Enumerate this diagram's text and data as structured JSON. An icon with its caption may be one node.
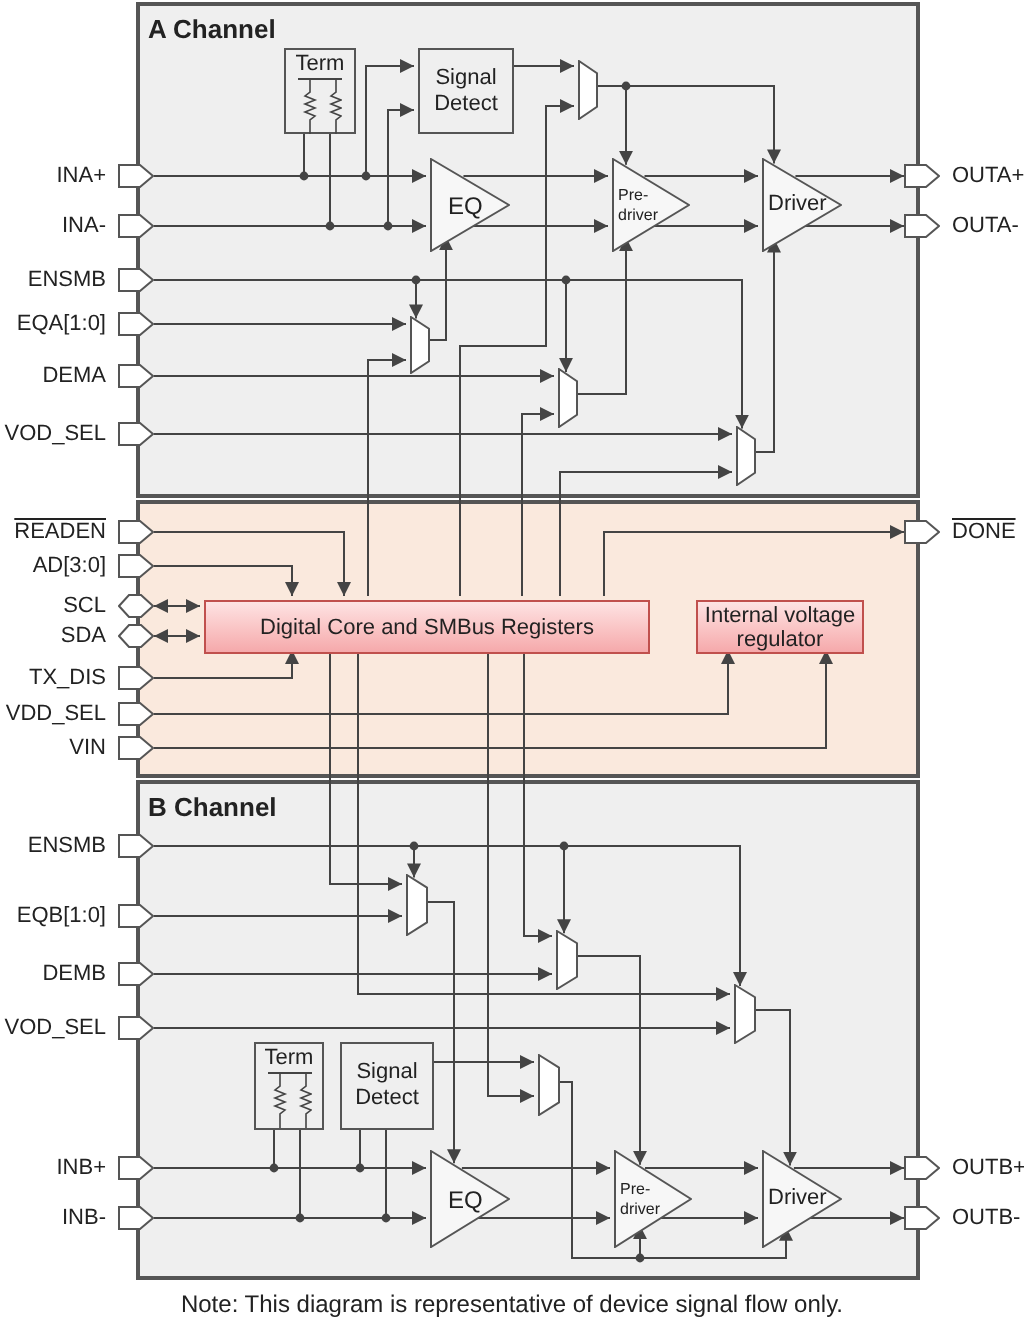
{
  "diagram": {
    "caption": "Note: This diagram is representative of device signal flow only.",
    "nodes": [
      {
        "text": [
          "A Channel"
        ]
      },
      {
        "text": [],
        "shape": "box"
      },
      {
        "text": [
          "B Channel"
        ]
      },
      {
        "text": [
          "INA+"
        ]
      },
      {
        "text": [
          "INA-"
        ]
      },
      {
        "text": [
          "ENSMB"
        ]
      },
      {
        "text": [
          "EQA[1:0]"
        ]
      },
      {
        "text": [
          "DEMA"
        ]
      },
      {
        "text": [
          "VOD_SEL"
        ]
      },
      {
        "text": [
          "Term"
        ],
        "in": 0
      },
      {
        "text": [
          "Signal Detect"
        ],
        "in": 0
      },
      {
        "text": [
          "EQ"
        ],
        "in": 0
      },
      {
        "text": [
          "Pre- driver"
        ],
        "in": 0
      },
      {
        "text": [
          "Driver"
        ],
        "in": 0
      },
      {
        "text": [
          "OUTA+"
        ]
      },
      {
        "text": [
          "OUTA-"
        ]
      },
      {
        "text": [],
        "shape": "trapezoid",
        "in": 0
      },
      {
        "text": [],
        "shape": "trapezoid",
        "in": 0
      },
      {
        "text": [],
        "shape": "trapezoid",
        "in": 0
      },
      {
        "text": [],
        "shape": "trapezoid",
        "in": 0
      },
      {
        "text": [
          "READEN"
        ]
      },
      {
        "text": [
          "AD[3:0]"
        ]
      },
      {
        "text": [
          "SCL"
        ]
      },
      {
        "text": [
          "SDA"
        ]
      },
      {
        "text": [
          "TX_DIS"
        ]
      },
      {
        "text": [
          "VDD_SEL"
        ]
      },
      {
        "text": [
          "VIN"
        ]
      },
      {
        "text": [
          "Digital Core and SMBus Registers"
        ],
        "in": 1
      },
      {
        "text": [
          "Internal voltage regulator"
        ],
        "in": 1
      },
      {
        "text": [
          "DONE"
        ]
      },
      {
        "text": [
          "ENSMB"
        ]
      },
      {
        "text": [
          "EQB[1:0]"
        ]
      },
      {
        "text": [
          "DEMB"
        ]
      },
      {
        "text": [
          "VOD_SEL"
        ]
      },
      {
        "text": [
          "INB+"
        ]
      },
      {
        "text": [
          "INB-"
        ]
      },
      {
        "text": [
          "Term"
        ],
        "in": 2
      },
      {
        "text": [
          "Signal Detect"
        ],
        "in": 2
      },
      {
        "text": [
          "EQ"
        ],
        "in": 2
      },
      {
        "text": [
          "Pre- driver"
        ],
        "in": 2
      },
      {
        "text": [
          "Driver"
        ],
        "in": 2
      },
      {
        "text": [
          "OUTB+"
        ]
      },
      {
        "text": [
          "OUTB-"
        ]
      },
      {
        "text": [],
        "shape": "trapezoid",
        "in": 2
      },
      {
        "text": [],
        "shape": "trapezoid",
        "in": 2
      },
      {
        "text": [],
        "shape": "trapezoid",
        "in": 2
      },
      {
        "text": [],
        "shape": "trapezoid",
        "in": 2
      }
    ],
    "edges": [
      {
        "from": 3,
        "to": 11,
        "arrow": "to"
      },
      {
        "from": 3,
        "to": 9,
        "arrow": "none"
      },
      {
        "from": 3,
        "to": 10,
        "arrow": "to"
      },
      {
        "from": 4,
        "to": 9,
        "arrow": "none"
      },
      {
        "from": 4,
        "to": 10,
        "arrow": "to"
      },
      {
        "from": 4,
        "to": 11,
        "arrow": "to"
      },
      {
        "from": 10,
        "to": 16,
        "arrow": "to"
      },
      {
        "from": 27,
        "to": 16,
        "arrow": "to"
      },
      {
        "from": 16,
        "to": 12,
        "arrow": "to"
      },
      {
        "from": 16,
        "to": 13,
        "arrow": "to"
      },
      {
        "from": 11,
        "to": 12,
        "arrow": "to"
      },
      {
        "from": 11,
        "to": 12,
        "arrow": "to"
      },
      {
        "from": 12,
        "to": 13,
        "arrow": "to"
      },
      {
        "from": 12,
        "to": 13,
        "arrow": "to"
      },
      {
        "from": 13,
        "to": 14,
        "arrow": "to"
      },
      {
        "from": 13,
        "to": 15,
        "arrow": "to"
      },
      {
        "from": 5,
        "to": 17,
        "arrow": "to"
      },
      {
        "from": 5,
        "to": 18,
        "arrow": "to"
      },
      {
        "from": 5,
        "to": 19,
        "arrow": "to"
      },
      {
        "from": 6,
        "to": 17,
        "arrow": "to"
      },
      {
        "from": 27,
        "to": 17,
        "arrow": "to"
      },
      {
        "from": 17,
        "to": 11,
        "arrow": "to"
      },
      {
        "from": 7,
        "to": 18,
        "arrow": "to"
      },
      {
        "from": 27,
        "to": 18,
        "arrow": "to"
      },
      {
        "from": 18,
        "to": 12,
        "arrow": "to"
      },
      {
        "from": 8,
        "to": 19,
        "arrow": "to"
      },
      {
        "from": 27,
        "to": 19,
        "arrow": "to"
      },
      {
        "from": 19,
        "to": 13,
        "arrow": "to"
      },
      {
        "from": 20,
        "to": 27,
        "arrow": "to"
      },
      {
        "from": 21,
        "to": 27,
        "arrow": "to"
      },
      {
        "from": 22,
        "to": 27,
        "arrow": "both"
      },
      {
        "from": 23,
        "to": 27,
        "arrow": "both"
      },
      {
        "from": 24,
        "to": 27,
        "arrow": "to"
      },
      {
        "from": 25,
        "to": 28,
        "arrow": "to"
      },
      {
        "from": 26,
        "to": 28,
        "arrow": "to"
      },
      {
        "from": 27,
        "to": 29,
        "arrow": "to"
      },
      {
        "from": 30,
        "to": 43,
        "arrow": "to"
      },
      {
        "from": 30,
        "to": 44,
        "arrow": "to"
      },
      {
        "from": 30,
        "to": 45,
        "arrow": "to"
      },
      {
        "from": 27,
        "to": 43,
        "arrow": "to"
      },
      {
        "from": 31,
        "to": 43,
        "arrow": "to"
      },
      {
        "from": 43,
        "to": 38,
        "arrow": "to"
      },
      {
        "from": 27,
        "to": 44,
        "arrow": "to"
      },
      {
        "from": 32,
        "to": 44,
        "arrow": "to"
      },
      {
        "from": 44,
        "to": 39,
        "arrow": "to"
      },
      {
        "from": 27,
        "to": 45,
        "arrow": "to"
      },
      {
        "from": 33,
        "to": 45,
        "arrow": "to"
      },
      {
        "from": 45,
        "to": 40,
        "arrow": "to"
      },
      {
        "from": 37,
        "to": 46,
        "arrow": "to"
      },
      {
        "from": 27,
        "to": 46,
        "arrow": "to"
      },
      {
        "from": 46,
        "to": 39,
        "arrow": "to"
      },
      {
        "from": 46,
        "to": 40,
        "arrow": "to"
      },
      {
        "from": 34,
        "to": 38,
        "arrow": "to"
      },
      {
        "from": 34,
        "to": 36,
        "arrow": "none"
      },
      {
        "from": 34,
        "to": 37,
        "arrow": "none"
      },
      {
        "from": 35,
        "to": 38,
        "arrow": "to"
      },
      {
        "from": 35,
        "to": 36,
        "arrow": "none"
      },
      {
        "from": 35,
        "to": 37,
        "arrow": "none"
      },
      {
        "from": 38,
        "to": 39,
        "arrow": "to"
      },
      {
        "from": 38,
        "to": 39,
        "arrow": "to"
      },
      {
        "from": 39,
        "to": 40,
        "arrow": "to"
      },
      {
        "from": 39,
        "to": 40,
        "arrow": "to"
      },
      {
        "from": 40,
        "to": 41,
        "arrow": "to"
      },
      {
        "from": 40,
        "to": 42,
        "arrow": "to"
      }
    ]
  }
}
